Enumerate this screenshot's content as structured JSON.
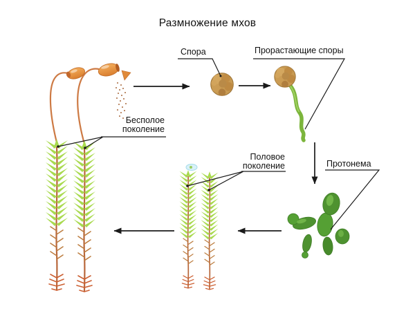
{
  "title": "Размножение мхов",
  "labels": {
    "spore": "Спора",
    "germinating_spores": "Прорастающие споры",
    "asexual_generation": "Бесполое поколение",
    "sexual_generation": "Половое поколение",
    "protonema": "Протонема"
  },
  "illustrations": {
    "adult_moss": "adult-moss-with-sporophytes",
    "spore": "spore-ball",
    "germinating_spore": "germinating-spore",
    "protonema": "protonema-blob",
    "young_moss": "young-moss-plants",
    "droplet": "water-droplet",
    "arrows": [
      "moss-to-spore",
      "spore-to-germinating",
      "germinating-to-protonema",
      "protonema-to-young-moss",
      "young-to-adult-moss"
    ]
  },
  "colors": {
    "background": "#ffffff",
    "text": "#111111",
    "line": "#1a1a1a",
    "leaf_green": "#8cc43c",
    "leaf_light": "#a9da4f",
    "stem_brown": "#b8663a",
    "rhizoid_orange": "#cc6033",
    "capsule_orange": "#e8963f",
    "spore_tan": "#c89a52",
    "tube_green": "#7cb53c",
    "protonema_green": "#4e9230",
    "droplet_blue": "#d9f1f8"
  }
}
